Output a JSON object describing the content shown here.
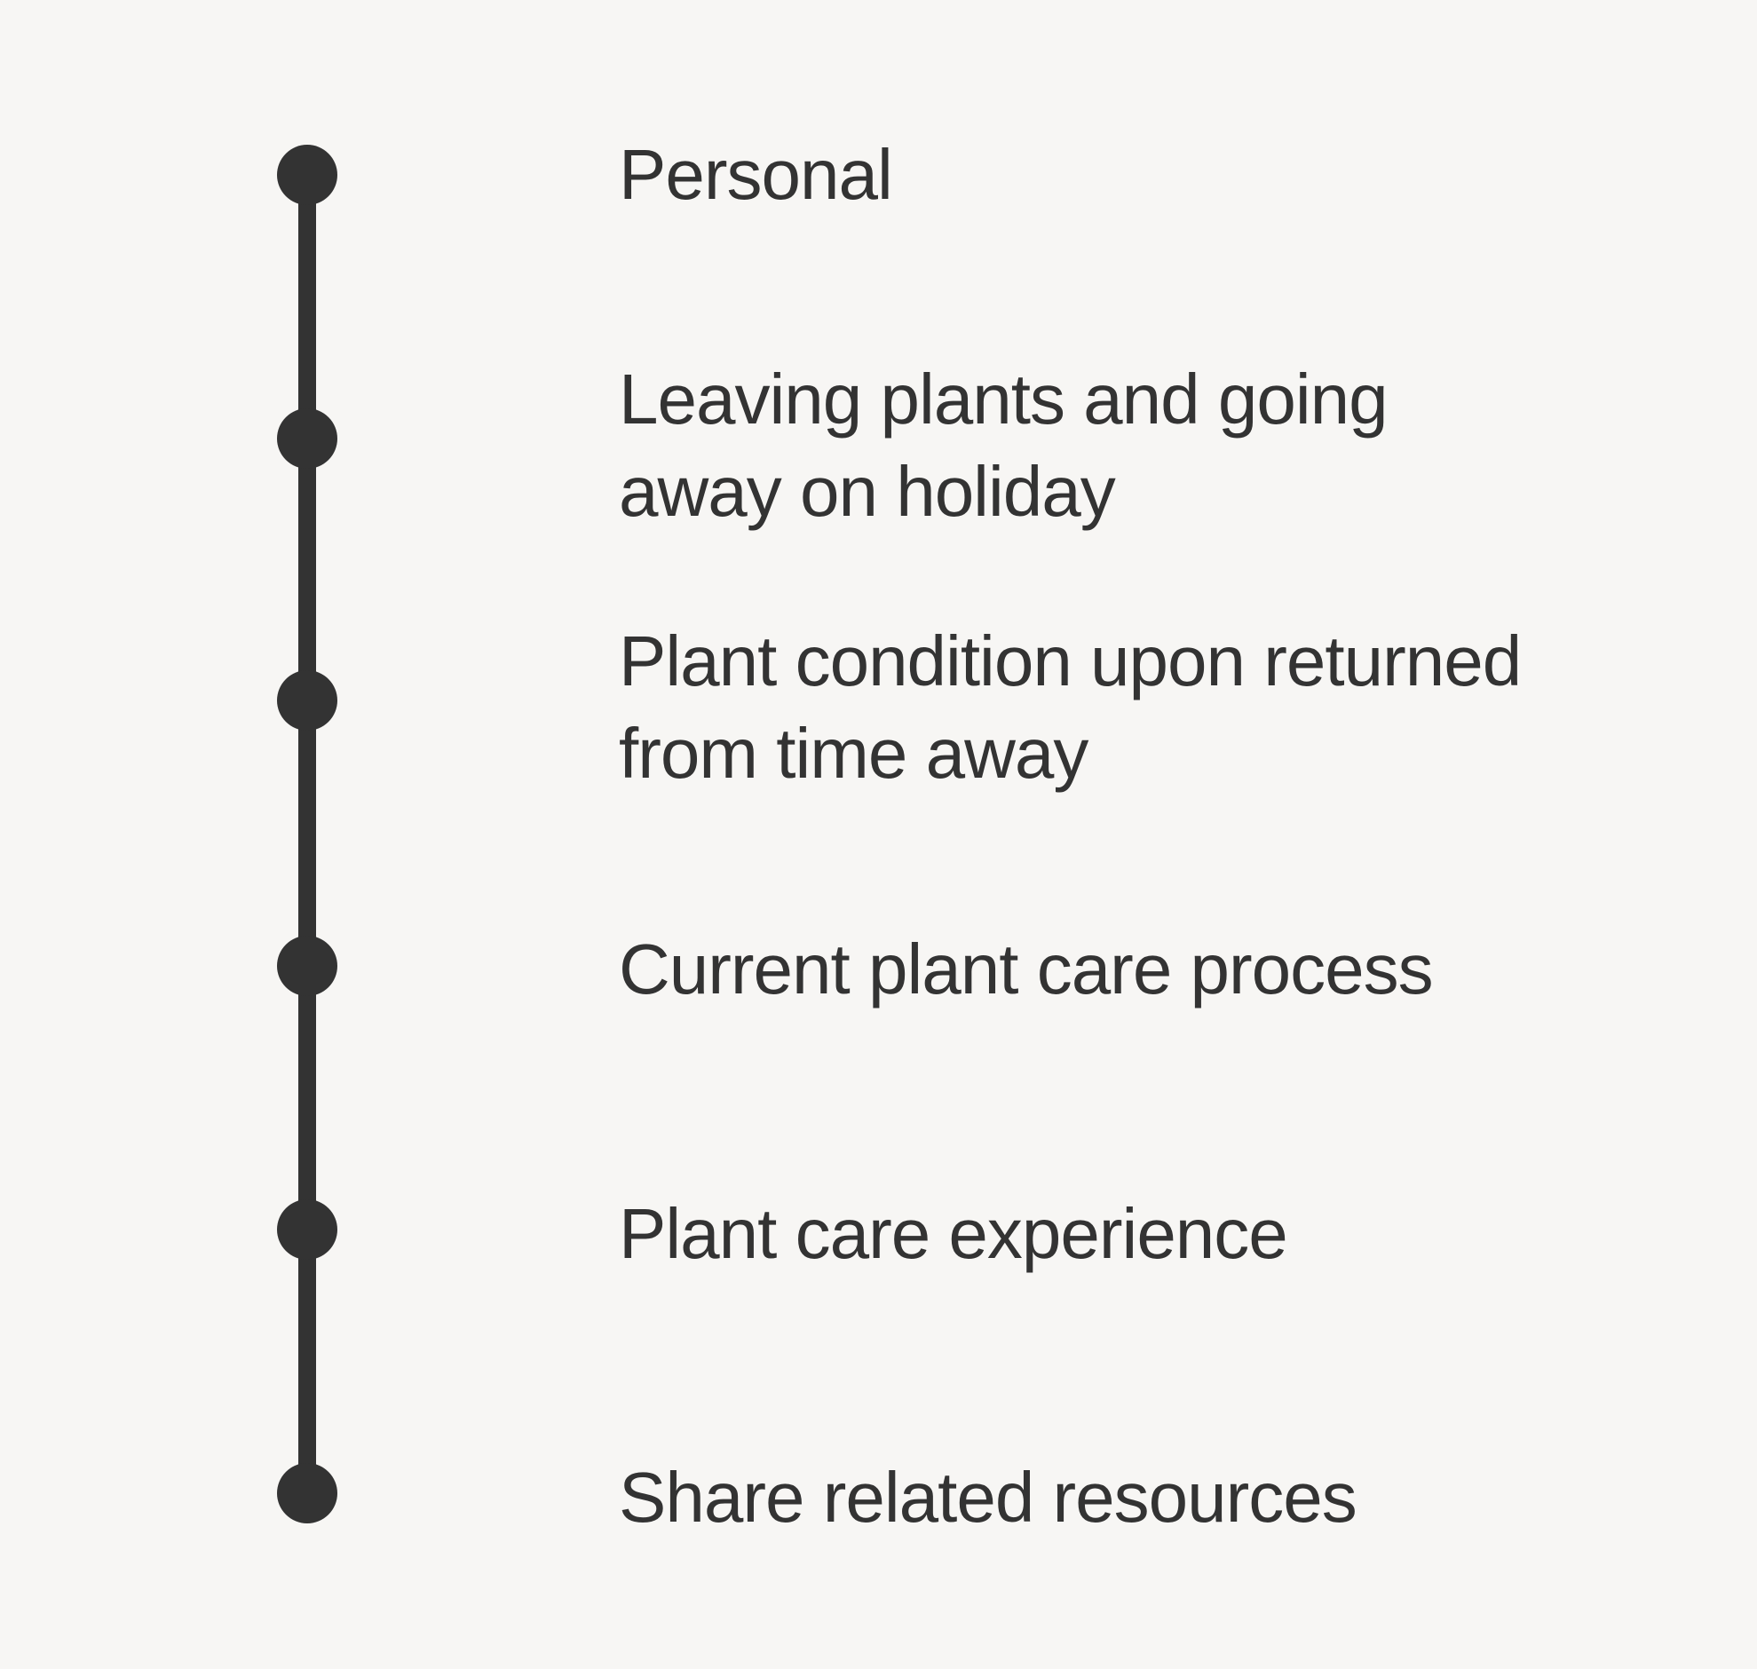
{
  "colors": {
    "background": "#f7f6f4",
    "accent": "#333333",
    "text": "#333333"
  },
  "timeline": {
    "items": [
      {
        "lines": [
          "Personal"
        ]
      },
      {
        "lines": [
          "Leaving plants and going",
          "away on holiday"
        ]
      },
      {
        "lines": [
          "Plant condition upon returned",
          "from time away"
        ]
      },
      {
        "lines": [
          "Current plant care process"
        ]
      },
      {
        "lines": [
          "Plant care experience"
        ]
      },
      {
        "lines": [
          "Share related resources"
        ]
      }
    ]
  }
}
